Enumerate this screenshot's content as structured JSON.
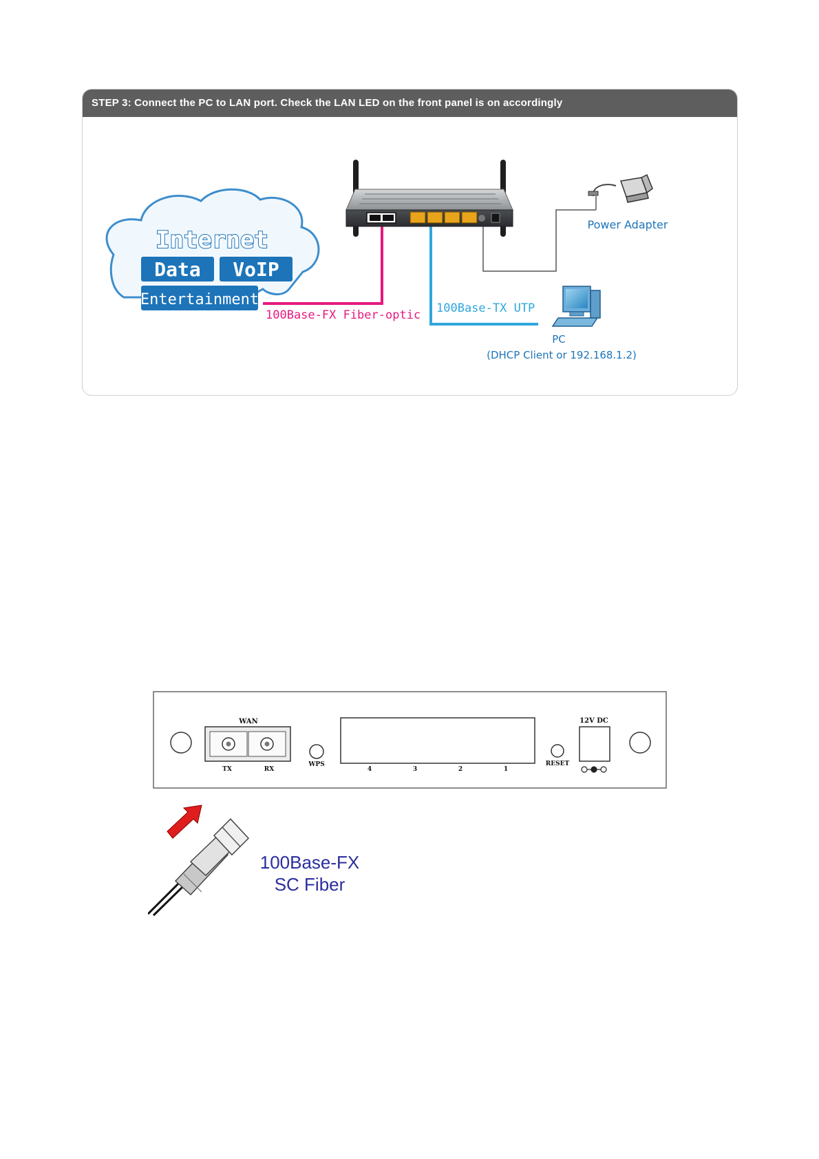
{
  "step": {
    "header": "STEP 3: Connect the PC to LAN port. Check the LAN LED on the front panel is on accordingly"
  },
  "cloud": {
    "title": "Internet",
    "tags": [
      "Data",
      "VoIP",
      "Entertainment"
    ]
  },
  "labels": {
    "power_adapter": "Power Adapter",
    "fiber_optic": "100Base-FX Fiber-optic",
    "utp": "100Base-TX UTP",
    "pc": "PC",
    "pc_detail": "(DHCP Client or 192.168.1.2)"
  },
  "rear_panel": {
    "wan": "WAN",
    "tx": "TX",
    "rx": "RX",
    "wps": "WPS",
    "ports": [
      "4",
      "3",
      "2",
      "1"
    ],
    "reset": "RESET",
    "dc": "12V DC"
  },
  "fiber": {
    "line1": "100Base-FX",
    "line2": "SC Fiber"
  },
  "colors": {
    "fiber_line": "#e6197f",
    "utp_line": "#2fa6dc",
    "cloud_blue": "#1d74b9",
    "header_bg": "#5e5e5e",
    "fiber_text": "#2b2d9e"
  }
}
